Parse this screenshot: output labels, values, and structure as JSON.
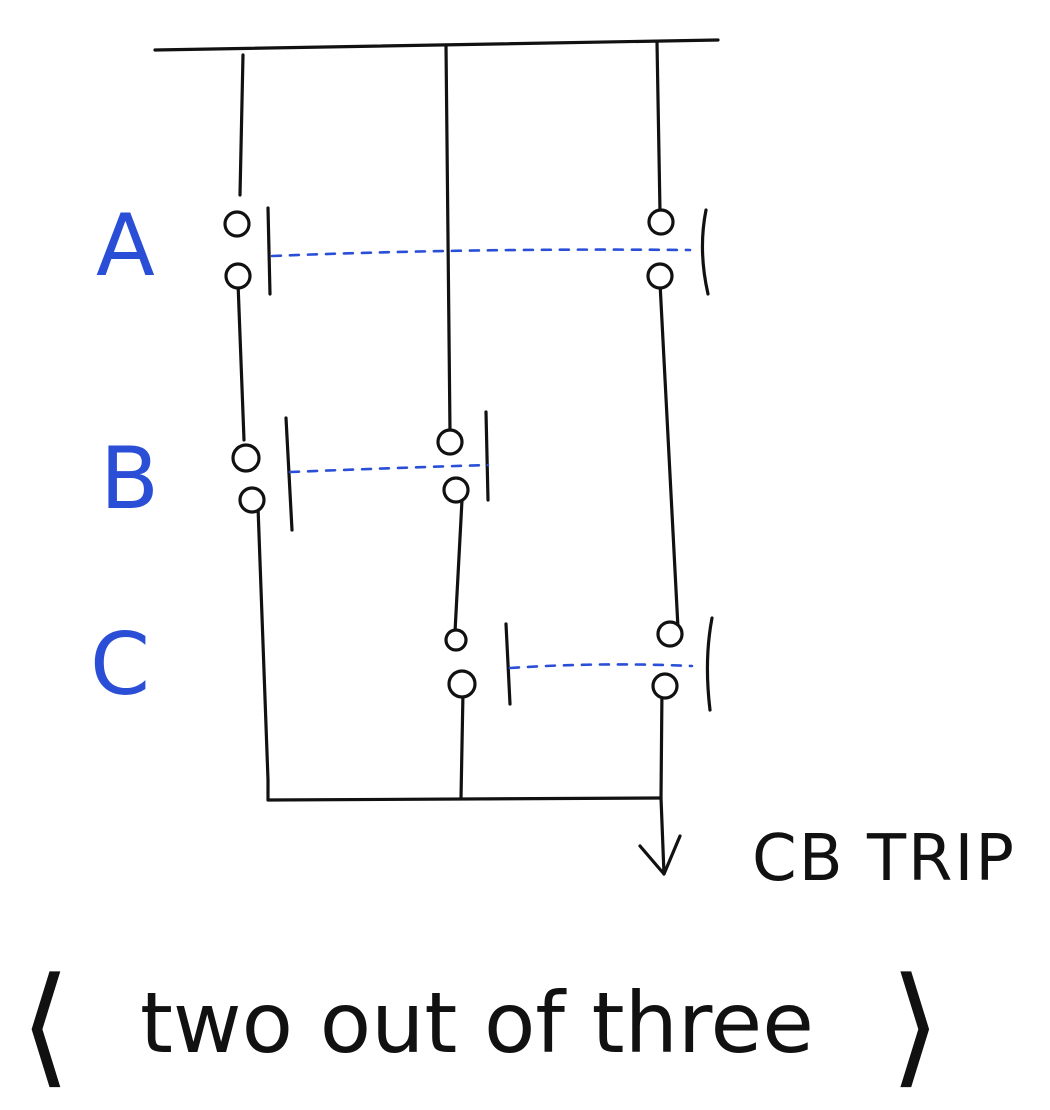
{
  "diagram": {
    "row_labels": [
      "A",
      "B",
      "C"
    ],
    "output_label": "CB TRIP",
    "caption": "two out of three",
    "bracket_open": "⟨",
    "bracket_close": "⟩"
  },
  "colors": {
    "ink": "#111111",
    "label": "#2a4fd6",
    "link": "#2a4fd6"
  }
}
